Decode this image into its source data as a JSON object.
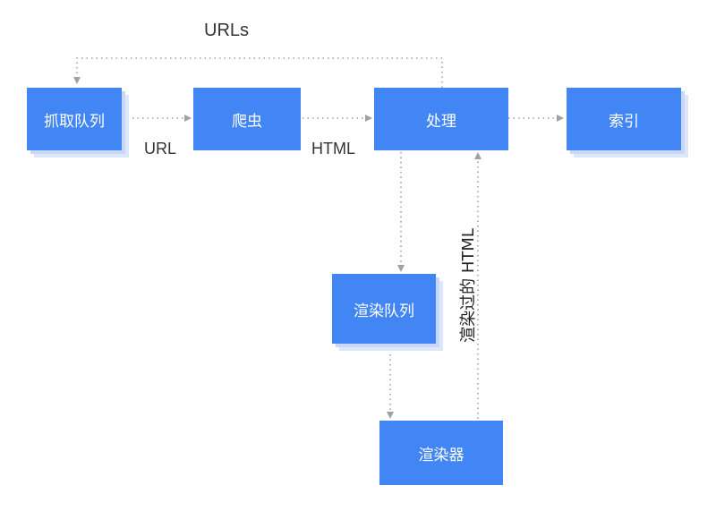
{
  "colors": {
    "node_fill": "#4285f4",
    "node_shadow": "#c8d8f8",
    "node_text": "#ffffff",
    "arrow": "#9aa3ab",
    "label_text": "#333333"
  },
  "nodes": {
    "crawl_queue": "抓取队列",
    "crawler": "爬虫",
    "processing": "处理",
    "index": "索引",
    "render_queue": "渲染队列",
    "renderer": "渲染器"
  },
  "edges": {
    "urls_label": "URLs",
    "url_label": "URL",
    "html_label": "HTML",
    "rendered_html_label": "渲染过的 HTML"
  }
}
